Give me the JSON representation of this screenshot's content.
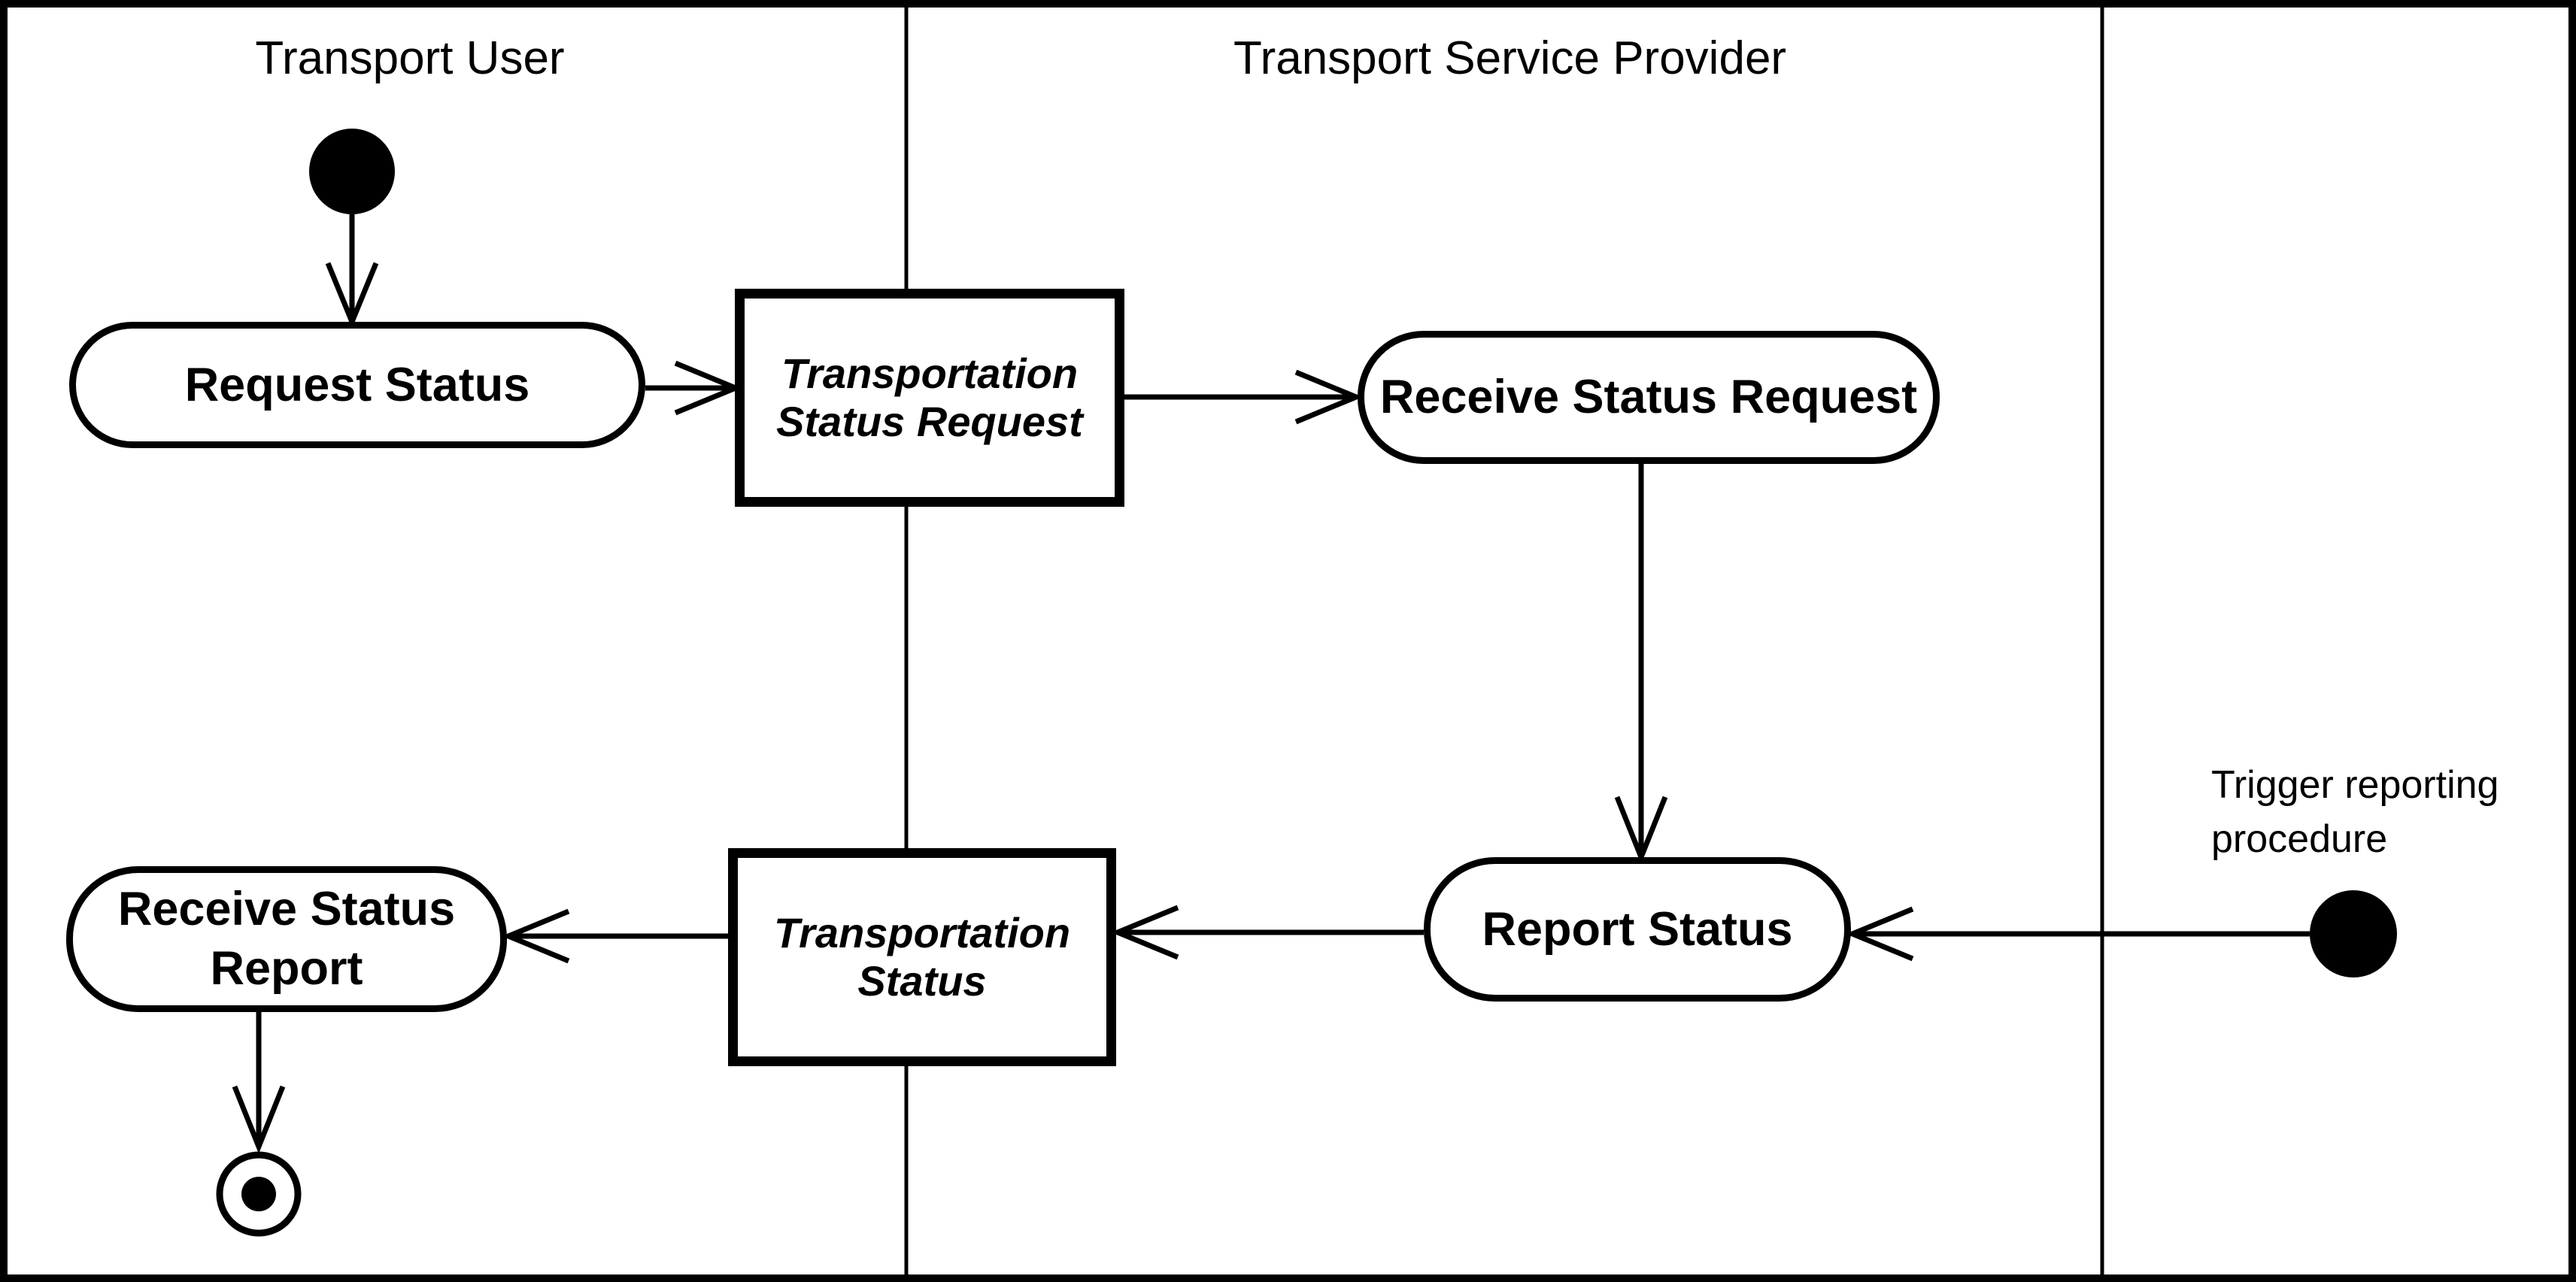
{
  "diagram": {
    "type": "uml-activity-swimlane",
    "colors": {
      "foreground": "#000000",
      "background": "#ffffff"
    },
    "lanes": [
      {
        "title": "Transport User"
      },
      {
        "title": "Transport Service Provider"
      },
      {
        "title": ""
      }
    ],
    "nodes": {
      "request_status": "Request Status",
      "receive_status_request": "Receive Status Request",
      "report_status": "Report Status",
      "receive_status_report": "Receive Status Report"
    },
    "objects": {
      "transportation_status_request": "Transportation Status Request",
      "transportation_status": "Transportation Status"
    },
    "annotations": {
      "trigger_note": "Trigger reporting procedure"
    },
    "symbols": {
      "start_node": "initial-node",
      "trigger_start_node": "initial-node",
      "final_node": "activity-final-node"
    }
  }
}
